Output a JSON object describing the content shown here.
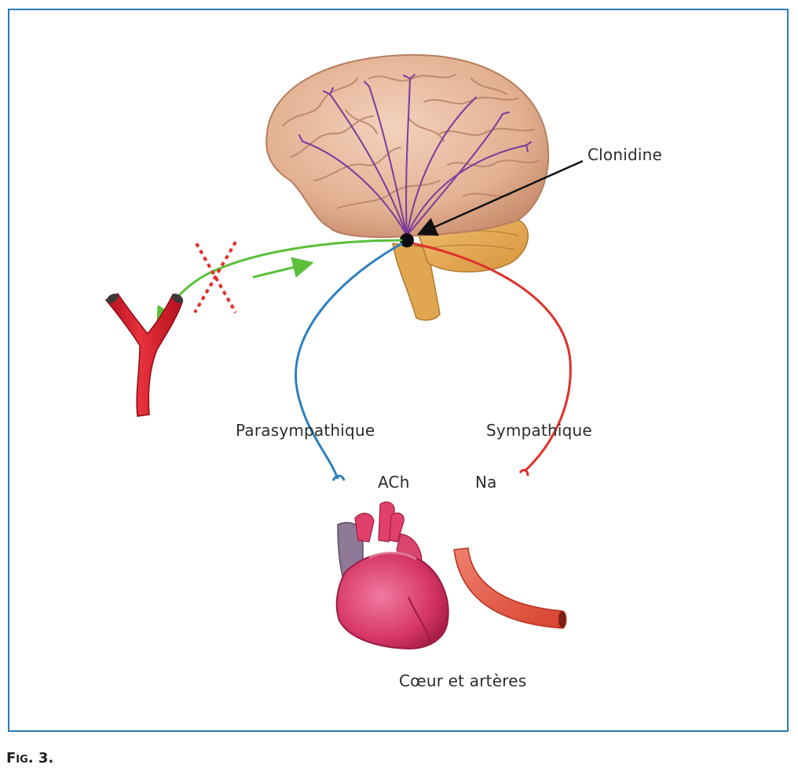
{
  "labels": {
    "clonidine": "Clonidine",
    "parasympathetic": "Parasympathique",
    "sympathetic": "Sympathique",
    "ach": "ACh",
    "na": "Na",
    "heart_arteries": "Cœur et artères"
  },
  "caption": "Fig. 3.",
  "colors": {
    "frame": "#2a7ab8",
    "parasympathetic_nerve": "#2e7fc0",
    "sympathetic_nerve": "#e0302a",
    "feedback_pathway": "#5cbf3a",
    "block_cross": "#e0302a",
    "brain": "#e6b99a",
    "cerebellum": "#e8ad55",
    "neurons": "#7a3c9c",
    "heart": "#d93a6a",
    "vessel": "#dc1f2f"
  },
  "icons": [
    "brain-icon",
    "heart-icon",
    "artery-icon",
    "blood-vessel-icon",
    "block-cross-icon",
    "clonidine-target-dot"
  ]
}
